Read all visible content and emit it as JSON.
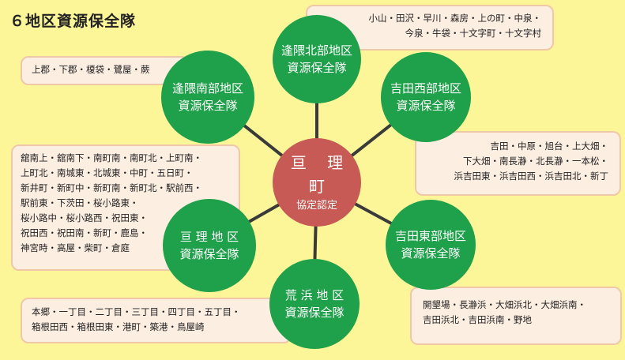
{
  "title": "６地区資源保全隊",
  "center": {
    "name": "亘 理 町",
    "sub": "協定認定"
  },
  "nodes": {
    "ousumi_kita": {
      "l1": "逢隈北部地区",
      "l2": "資源保全隊"
    },
    "ousumi_minami": {
      "l1": "逢隈南部地区",
      "l2": "資源保全隊"
    },
    "yoshida_nishi": {
      "l1": "吉田西部地区",
      "l2": "資源保全隊"
    },
    "watari": {
      "l1": "亘 理 地 区",
      "l2": "資源保全隊"
    },
    "yoshida_higashi": {
      "l1": "吉田東部地区",
      "l2": "資源保全隊"
    },
    "arahama": {
      "l1": "荒 浜 地 区",
      "l2": "資源保全隊"
    }
  },
  "boxes": {
    "ousumi_kita": [
      "小山・田沢・早川・森房・上の町・中泉・",
      "今泉・牛袋・十文字町・十文字村"
    ],
    "ousumi_minami": [
      "上郡・下郡・榎袋・鷺屋・蕨"
    ],
    "yoshida_nishi": [
      "吉田・中原・旭台・上大畑・",
      "下大畑・南長瀞・北長瀞・一本松・",
      "浜吉田東・浜吉田西・浜吉田北・新丁"
    ],
    "watari": [
      "舘南上・舘南下・南町南・南町北・上町南・",
      "上町北・南城東・北城東・中町・五日町・",
      "新井町・新町中・新町南・新町北・駅前西・",
      "駅前東・下茨田・桜小路東・",
      "桜小路中・桜小路西・祝田東・",
      "祝田西・祝田南・新町・鹿島・",
      "神宮時・高屋・柴町・倉庭"
    ],
    "yoshida_higashi": [
      "開墾場・長瀞浜・大畑浜北・大畑浜南・",
      "吉田浜北・吉田浜南・野地"
    ],
    "arahama": [
      "本郷・一丁目・二丁目・三丁目・四丁目・五丁目・",
      "箱根田西・箱根田東・港町・築港・鳥屋崎"
    ]
  }
}
